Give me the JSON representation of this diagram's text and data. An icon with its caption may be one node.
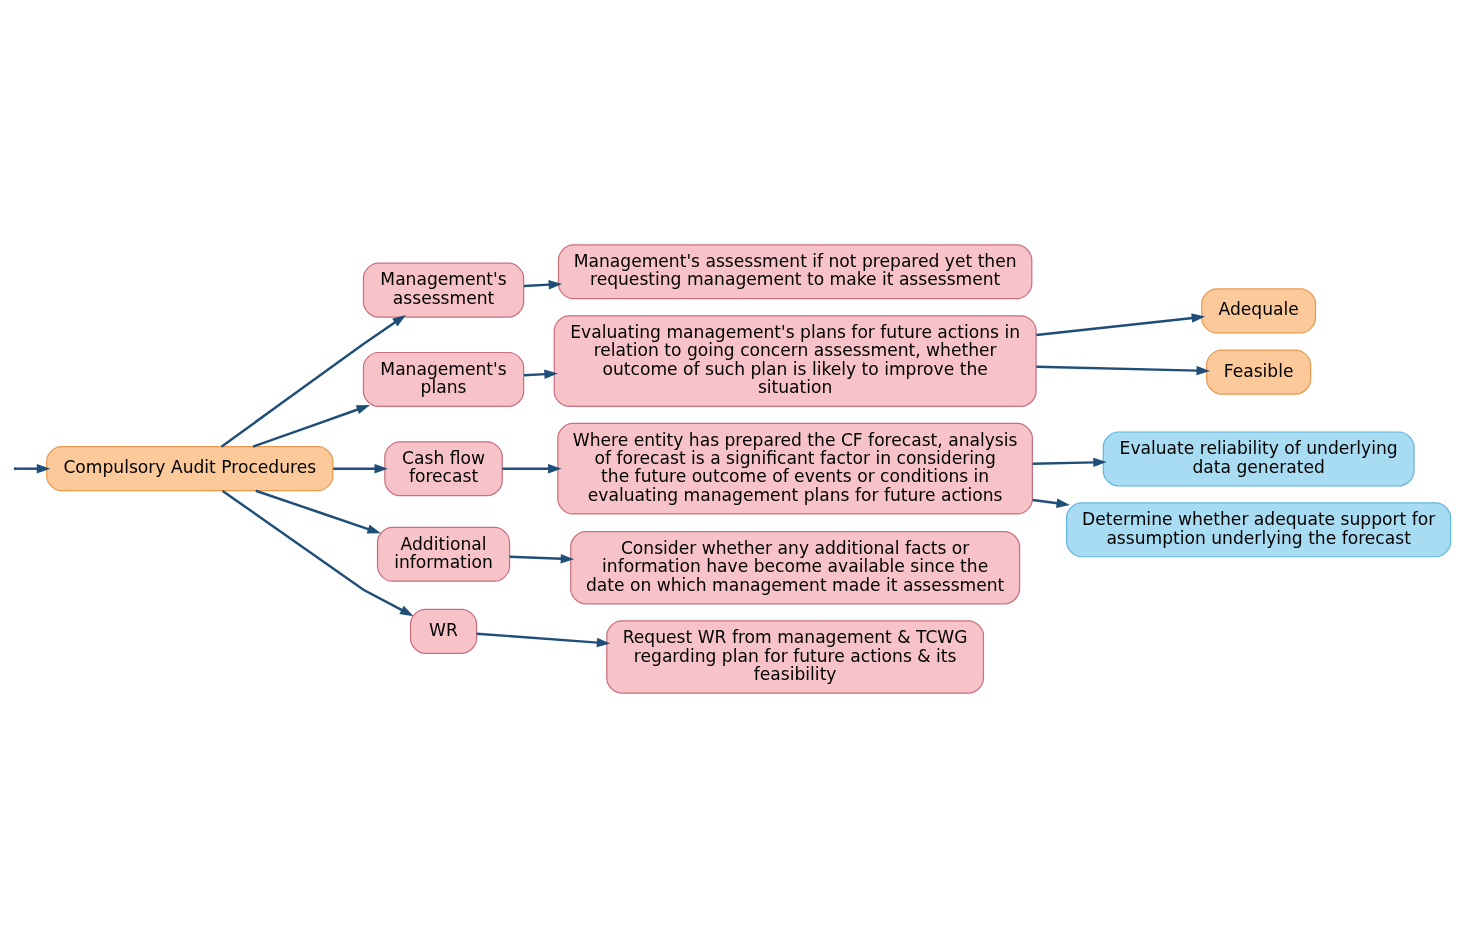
{
  "diagram": {
    "nodes": [
      {
        "text": [
          "Compulsory Audit Procedures"
        ]
      },
      {
        "text": [
          "Management's assessment"
        ]
      },
      {
        "text": [
          "Management's assessment if not prepared yet then requesting management to make it assessment"
        ]
      },
      {
        "text": [
          "Management's plans"
        ]
      },
      {
        "text": [
          "Evaluating management's plans for future actions in relation to going concern assessment, whether outcome of such plan is likely to improve the situation"
        ]
      },
      {
        "text": [
          "Adequale"
        ]
      },
      {
        "text": [
          "Feasible"
        ]
      },
      {
        "text": [
          "Cash flow forecast"
        ]
      },
      {
        "text": [
          "Where entity has prepared the CF forecast, analysis of forecast is a significant factor in considering the future outcome of events or conditions in evaluating management plans for future actions"
        ]
      },
      {
        "text": [
          "Evaluate reliability of underlying data generated"
        ]
      },
      {
        "text": [
          "Determine whether adequate support for assumption underlying the forecast"
        ]
      },
      {
        "text": [
          "Additional information"
        ]
      },
      {
        "text": [
          "Consider whether any additional facts or information have become available since the date on which management made it assessment"
        ]
      },
      {
        "text": [
          "WR"
        ]
      },
      {
        "text": [
          "Request WR from management & TCWG regarding plan for future actions & its feasibility"
        ]
      }
    ],
    "edges": [
      {
        "from": null,
        "to": 0,
        "arrow": "to"
      },
      {
        "from": 0,
        "to": 1,
        "arrow": "to"
      },
      {
        "from": 0,
        "to": 3,
        "arrow": "to"
      },
      {
        "from": 0,
        "to": 7,
        "arrow": "to"
      },
      {
        "from": 0,
        "to": 11,
        "arrow": "to"
      },
      {
        "from": 0,
        "to": 13,
        "arrow": "to"
      },
      {
        "from": 1,
        "to": 2,
        "arrow": "to"
      },
      {
        "from": 3,
        "to": 4,
        "arrow": "to"
      },
      {
        "from": 4,
        "to": 5,
        "arrow": "to"
      },
      {
        "from": 4,
        "to": 6,
        "arrow": "to"
      },
      {
        "from": 7,
        "to": 8,
        "arrow": "to"
      },
      {
        "from": 8,
        "to": 9,
        "arrow": "to"
      },
      {
        "from": 8,
        "to": 10,
        "arrow": "to"
      },
      {
        "from": 11,
        "to": 12,
        "arrow": "to"
      },
      {
        "from": 13,
        "to": 14,
        "arrow": "to"
      }
    ]
  }
}
